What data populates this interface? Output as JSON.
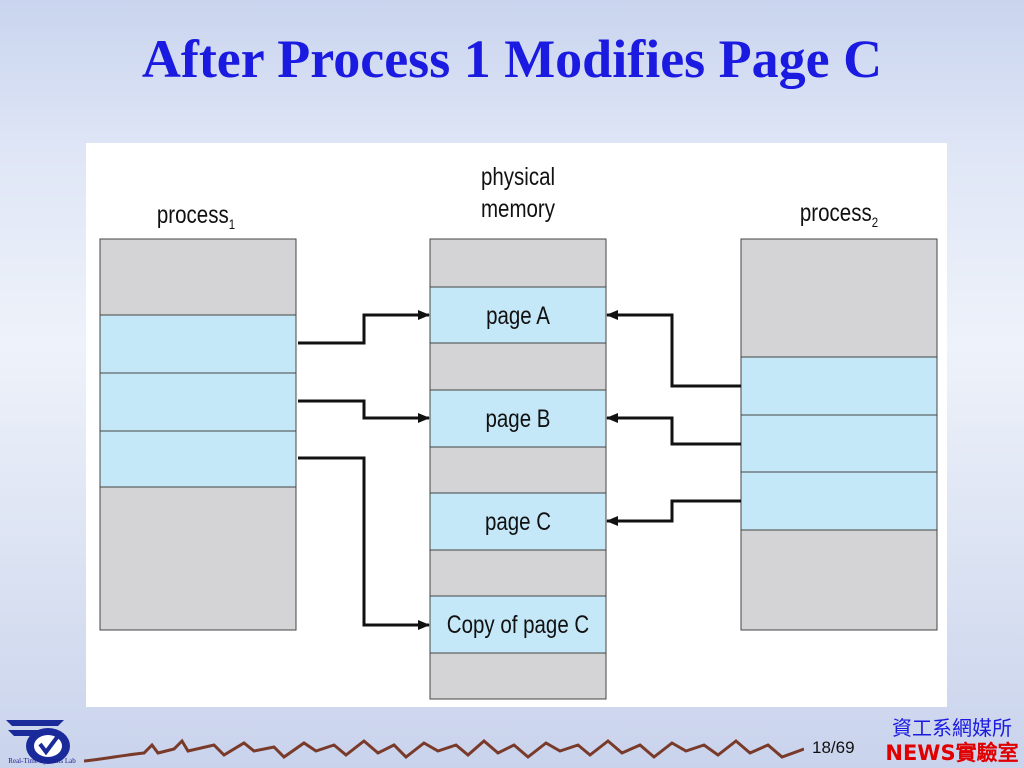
{
  "slide": {
    "title": "After Process 1 Modifies Page C"
  },
  "diagram": {
    "process1_label": "process",
    "process1_sub": "1",
    "process2_label": "process",
    "process2_sub": "2",
    "memory_label_line1": "physical",
    "memory_label_line2": "memory",
    "pages": {
      "page_a": "page A",
      "page_b": "page B",
      "page_c": "page C",
      "copy_c": "Copy of page C"
    },
    "colors": {
      "gray": "#d4d4d6",
      "light_blue": "#c5e8f8",
      "title": "#1a1ae0"
    }
  },
  "footer": {
    "logo_text": "Real-Time Systems Lab",
    "page_current": "18",
    "page_total": "/69",
    "department": "資工系網媒所",
    "lab_name": "NEWS實驗室"
  }
}
